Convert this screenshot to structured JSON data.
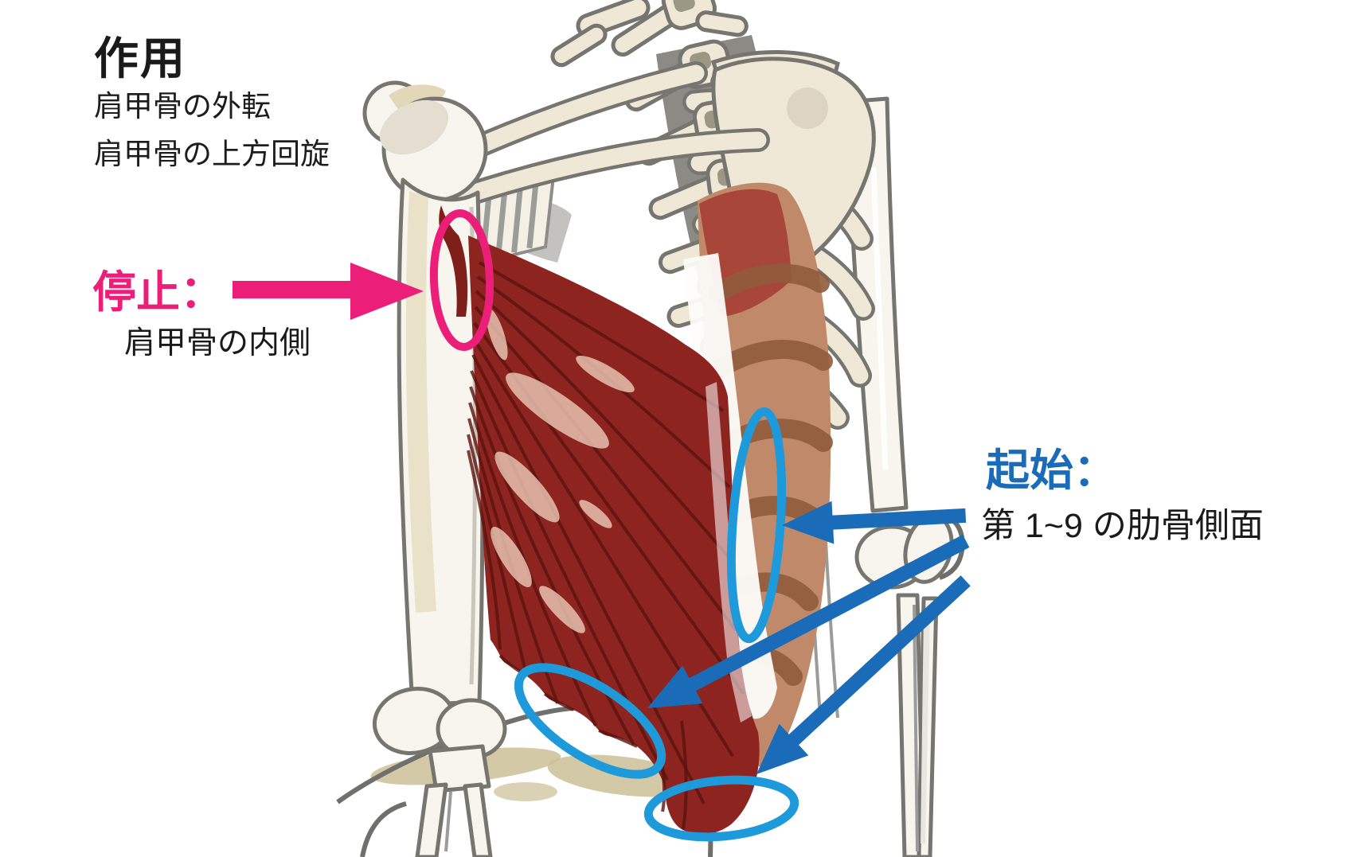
{
  "figure": {
    "action_title": "作用",
    "action_lines": [
      "肩甲骨の外転",
      "肩甲骨の上方回旋"
    ],
    "insertion": {
      "label": "停止：",
      "description": "肩甲骨の内側"
    },
    "origin": {
      "label": "起始：",
      "description": "第 1~9 の肋骨側面"
    }
  },
  "colors": {
    "insertion_accent": "#EB1E78",
    "origin_accent": "#1B6CB8",
    "highlight_ring": "#1E9ADB",
    "muscle_red": "#8D2420",
    "muscle_streak": "#5B130E",
    "muscle_highlight": "#ECCBB8",
    "rib_tan": "#C08A6A",
    "rib_shadow": "#8F5B3C",
    "bone_cream": "#EFE8D6",
    "bone_white": "#F8F5EE",
    "bone_outline": "#76756F",
    "text_dark": "#1A1A1A",
    "background": "#FFFFFF"
  }
}
